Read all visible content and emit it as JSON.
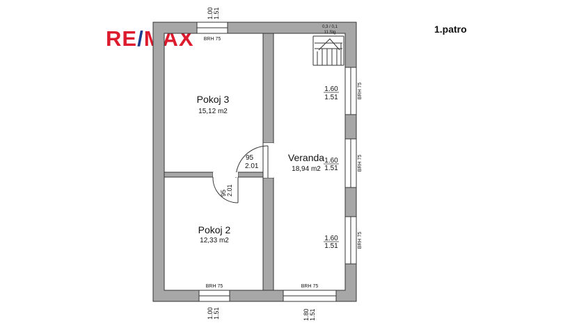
{
  "logo": {
    "part1": "RE",
    "slash": "/",
    "part2": "MAX",
    "color_red": "#dc1c2e",
    "color_blue": "#1a3d8f"
  },
  "floor_label": "1.patro",
  "rooms": [
    {
      "name": "Pokoj 3",
      "area": "15,12 m2"
    },
    {
      "name": "Veranda",
      "area": "18,94 m2"
    },
    {
      "name": "Pokoj 2",
      "area": "12,33 m2"
    }
  ],
  "doors": [
    {
      "width": "95",
      "height": "2.01"
    },
    {
      "width": "95",
      "height": "2.01"
    }
  ],
  "windows": {
    "top_left": {
      "width": "1.00",
      "height": "1.51",
      "sill": "BRH 75"
    },
    "right_1": {
      "width": "1.60",
      "height": "1.51",
      "sill": "BRH 75"
    },
    "right_2": {
      "width": "1.60",
      "height": "1.51",
      "sill": "BRH 75"
    },
    "right_3": {
      "width": "1.60",
      "height": "1.51",
      "sill": "BRH 75"
    },
    "bottom_left": {
      "width": "1.00",
      "height": "1.51",
      "sill": "BRH 75"
    },
    "bottom_right": {
      "width": "1.80",
      "height": "1.51",
      "sill": "BRH 75"
    }
  },
  "stairs": {
    "size": "0,3 / 0,1",
    "steps": "11 Stg"
  },
  "colors": {
    "wall": "#a7a7a7",
    "outline": "#333333"
  }
}
